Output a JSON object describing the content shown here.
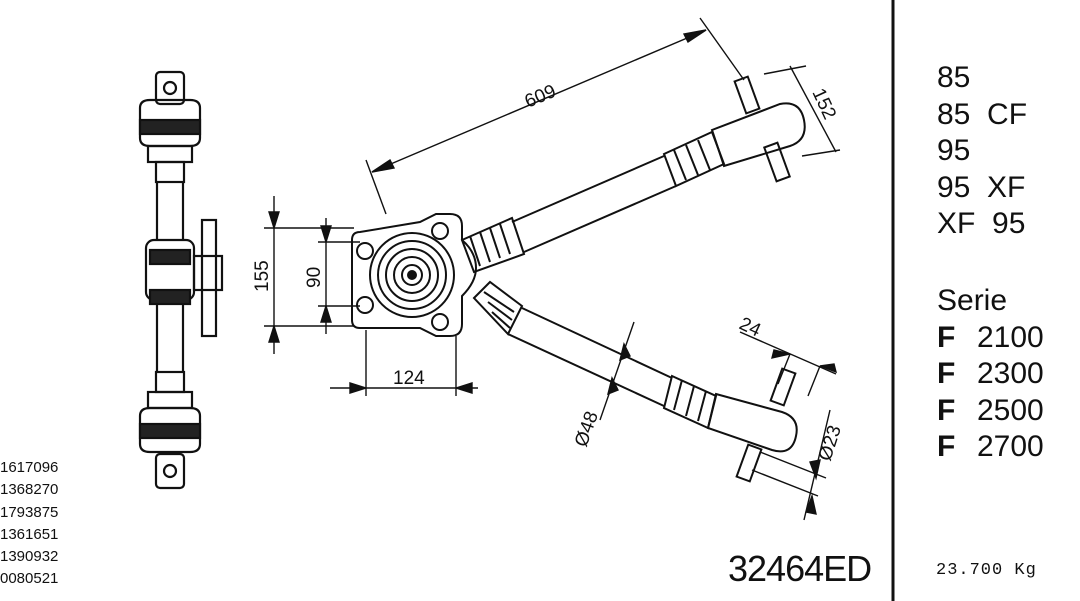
{
  "models": [
    "85",
    "85  CF",
    "95",
    "95  XF",
    "XF  95"
  ],
  "serie": {
    "heading": "Serie",
    "prefix": "F",
    "items": [
      "2100",
      "2300",
      "2500",
      "2700"
    ]
  },
  "reference_numbers": [
    "1617096",
    "1368270",
    "1793875",
    "1361651",
    "1390932",
    "0080521"
  ],
  "part_number": "32464ED",
  "weight": "23.700 Kg",
  "dimensions": {
    "length": "609",
    "end_width": "152",
    "height_outer": "155",
    "height_inner": "90",
    "base_width": "124",
    "offset": "24",
    "tube_dia": "Ø48",
    "pin_dia": "Ø23"
  }
}
